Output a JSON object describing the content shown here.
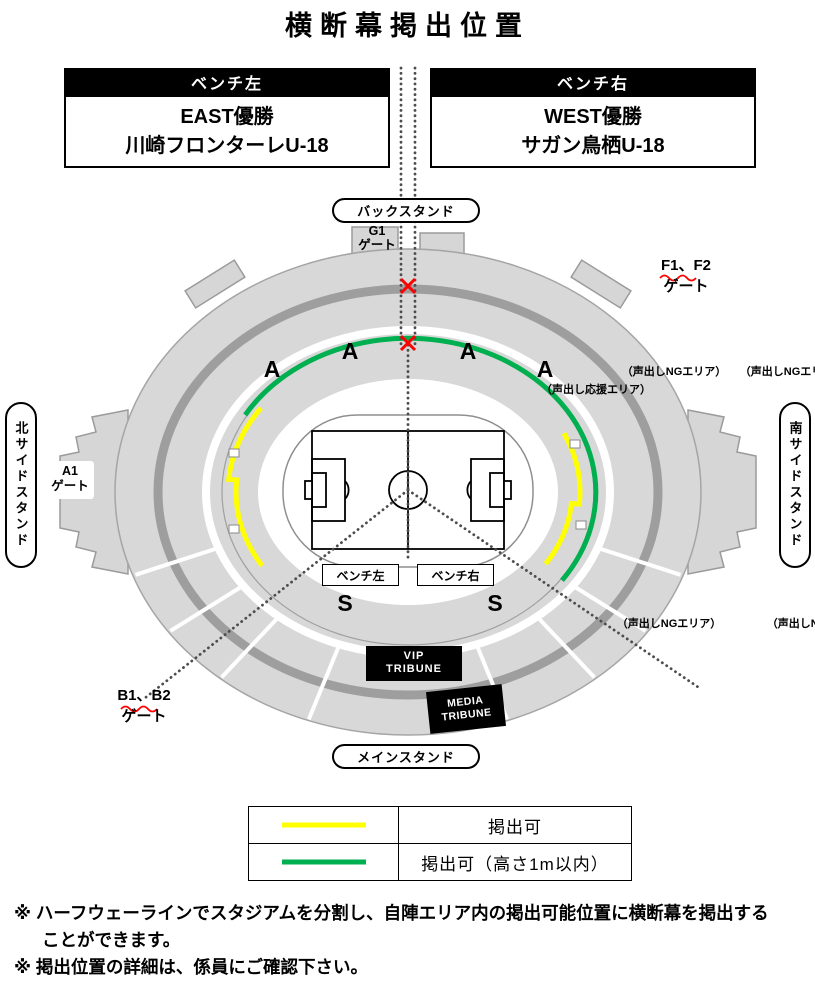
{
  "title": "横断幕掲出位置",
  "banner_left": {
    "header": "ベンチ左",
    "line1": "EAST優勝",
    "line2": "川崎フロンターレU-18"
  },
  "banner_right": {
    "header": "ベンチ右",
    "line1": "WEST優勝",
    "line2": "サガン鳥栖U-18"
  },
  "stands": {
    "back": "バックスタンド",
    "main": "メインスタンド",
    "north": "北サイドスタンド",
    "south": "南サイドスタンド"
  },
  "gates": {
    "g1": {
      "name": "G1",
      "suffix": "ゲート"
    },
    "f": {
      "name": "F1、F2",
      "suffix": "ゲート"
    },
    "a1": {
      "name": "A1",
      "suffix": "ゲート"
    },
    "b": {
      "name": "B1、B2",
      "suffix": "ゲート"
    }
  },
  "sections": {
    "a_left": {
      "letter": "A",
      "note": "（声出し応援エリア）"
    },
    "a_mid_left": {
      "letter": "A",
      "note": "（声出しNGエリア）"
    },
    "a_mid_right": {
      "letter": "A",
      "note": "（声出しNGエリア）"
    },
    "a_right": {
      "letter": "A",
      "note": "（声出し応援エリア）"
    },
    "s_left": {
      "letter": "S",
      "note": "（声出しNGエリア）"
    },
    "s_right": {
      "letter": "S",
      "note": "（声出しNGエリア）"
    }
  },
  "pitch": {
    "bench_left": "ベンチ左",
    "bench_right": "ベンチ右"
  },
  "tribunes": {
    "vip_line1": "VIP",
    "vip_line2": "TRIBUNE",
    "media_line1": "MEDIA",
    "media_line2": "TRIBUNE"
  },
  "legend": {
    "rows": [
      {
        "label": "掲出可",
        "color": "#FFFF00"
      },
      {
        "label": "掲出可（高さ1m以内）",
        "color": "#00B050"
      }
    ]
  },
  "notes": {
    "note1": "※ ハーフウェーラインでスタジアムを分割し、自陣エリア内の掲出可能位置に横断幕を掲出することができます。",
    "note2": "※ 掲出位置の詳細は、係員にご確認下さい。"
  },
  "colors": {
    "banner_ok": "#FFFF00",
    "banner_ok_limited": "#00B050",
    "divider_red": "#FF0000"
  }
}
